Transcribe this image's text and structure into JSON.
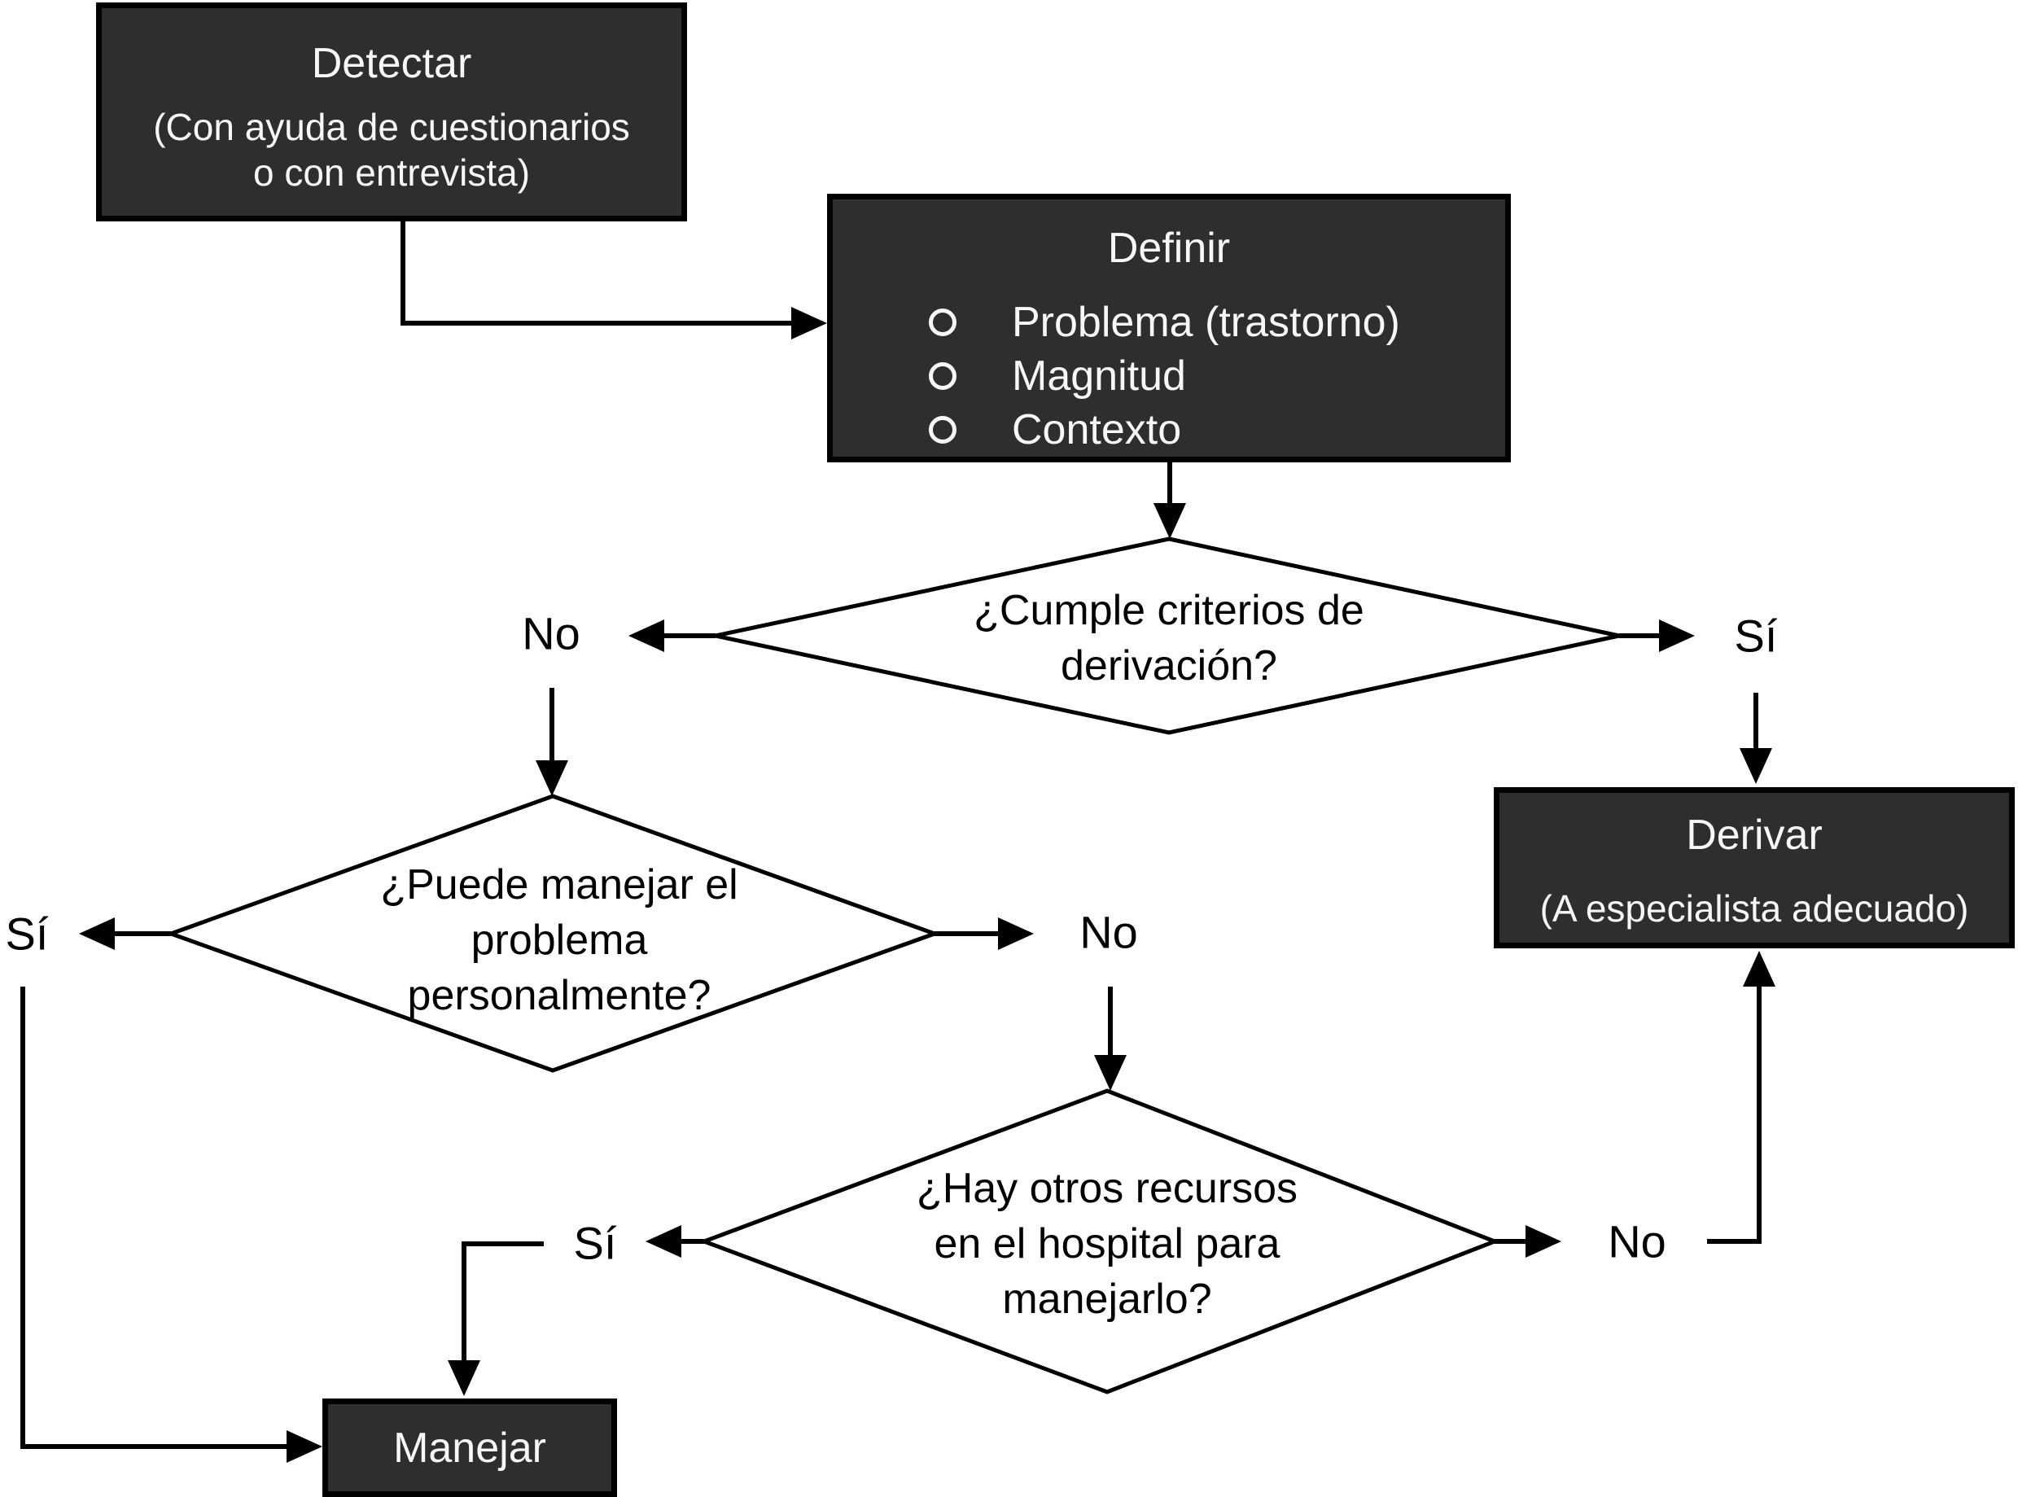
{
  "palette": {
    "background": "#ffffff",
    "box_fill": "#2e2e2e",
    "box_border": "#000000",
    "box_text": "#f7f7f7",
    "line_color": "#000000",
    "diamond_fill": "#ffffff",
    "label_text": "#000000"
  },
  "boxes": {
    "detectar": {
      "title": "Detectar",
      "subtitle1": "(Con ayuda de cuestionarios",
      "subtitle2": "o con entrevista)"
    },
    "definir": {
      "title": "Definir",
      "bullets": [
        "Problema (trastorno)",
        "Magnitud",
        "Contexto"
      ]
    },
    "derivar": {
      "title": "Derivar",
      "subtitle": "(A especialista adecuado)"
    },
    "manejar": {
      "title": "Manejar"
    }
  },
  "decisions": {
    "derivacion": {
      "line1": "¿Cumple criterios de",
      "line2": "derivación?"
    },
    "manejo_personal": {
      "line1": "¿Puede manejar el",
      "line2": "problema",
      "line3": "personalmente?"
    },
    "otros_recursos": {
      "line1": "¿Hay otros recursos",
      "line2": "en el hospital para",
      "line3": "manejarlo?"
    }
  },
  "labels": {
    "d1_no": "No",
    "d1_si": "Sí",
    "d2_si": "Sí",
    "d2_no": "No",
    "d3_si": "Sí",
    "d3_no": "No"
  }
}
